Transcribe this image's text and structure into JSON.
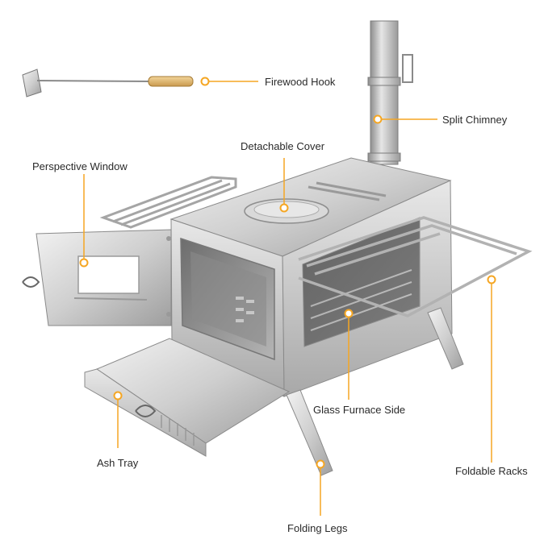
{
  "accent_color": "#f5a623",
  "labels": {
    "firewood_hook": "Firewood Hook",
    "split_chimney": "Split Chimney",
    "detachable_cover": "Detachable Cover",
    "perspective_window": "Perspective Window",
    "glass_furnace_side": "Glass Furnace Side",
    "ash_tray": "Ash Tray",
    "foldable_racks": "Foldable Racks",
    "folding_legs": "Folding Legs"
  }
}
